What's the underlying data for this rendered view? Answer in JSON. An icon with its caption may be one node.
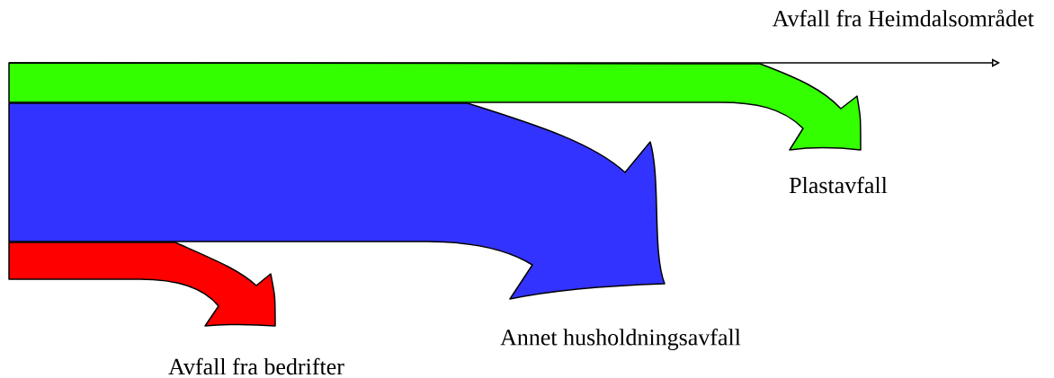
{
  "diagram": {
    "nodes": [
      {
        "text": [
          "Plastavfall"
        ]
      },
      {
        "text": [
          "Annet husholdningsavfall"
        ]
      },
      {
        "text": [
          "Avfall fra bedrifter"
        ]
      }
    ],
    "edges": [
      {
        "from": null,
        "to": 0,
        "arrow": "to",
        "color": "#33ff00"
      },
      {
        "from": null,
        "to": 1,
        "arrow": "to",
        "color": "#3333ff"
      },
      {
        "from": null,
        "to": 2,
        "arrow": "to",
        "color": "#ff0000"
      }
    ],
    "labels": [
      "Avfall fra Heimdalsområdet"
    ]
  }
}
